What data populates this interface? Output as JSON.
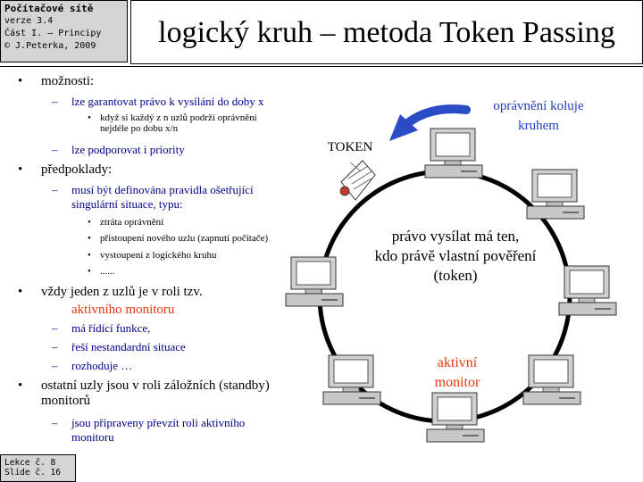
{
  "infobox": {
    "course": "Počítačové sítě",
    "version": "verze 3.4",
    "part": "Část I. – Principy",
    "copyright": "© J.Peterka, 2009"
  },
  "title": "logický kruh – metoda Token Passing",
  "footer": {
    "lecture": "Lekce č. 8",
    "slide": "Slide č. 16"
  },
  "bullets": {
    "moznosti": "možnosti:",
    "garantovat": "lze garantovat právo k vysílání  do doby x",
    "kdyz": "když si každý z n uzlů podrží oprávnění",
    "kdyz2": "nejdéle po dobu x/n",
    "priority": "lze podporovat i priority",
    "predpoklady": "předpoklady:",
    "musi": "musí  být definována pravidla ošetřující",
    "musi2": "singulární situace, typu:",
    "ztrata": "ztráta oprávnění",
    "pristoupeni": "přistoupení nového uzlu (zapnutí počítače)",
    "vystoupeni": "vystoupení z logického kruhu",
    "dots": "......",
    "vzdy": "vždy jeden z uzlů je v roli tzv.",
    "aktivniho": "aktivního monitoru",
    "ridici": "má řídící funkce,",
    "resi": "řeší nestandardní situace",
    "rozhoduje": "rozhoduje …",
    "ostatni": "ostatní uzly jsou v roli záložních (standby)",
    "monitoru": "monitorů",
    "jsou": "jsou připraveny převzít roli aktivního",
    "jsou2": "monitoru"
  },
  "diagram": {
    "token_label": "TOKEN",
    "opravneni1": "oprávnění koluje",
    "opravneni2": "kruhem",
    "pravo1": "právo vysílat má ten,",
    "pravo2": "kdo právě vlastní pověření",
    "pravo3": "(token)",
    "aktivni1": "aktivní",
    "aktivni2": "monitor",
    "colors": {
      "blue_text": "#1f3fbf",
      "red_text": "#e8380d",
      "arrow": "#2a4cc7",
      "ring": "#000000"
    }
  }
}
